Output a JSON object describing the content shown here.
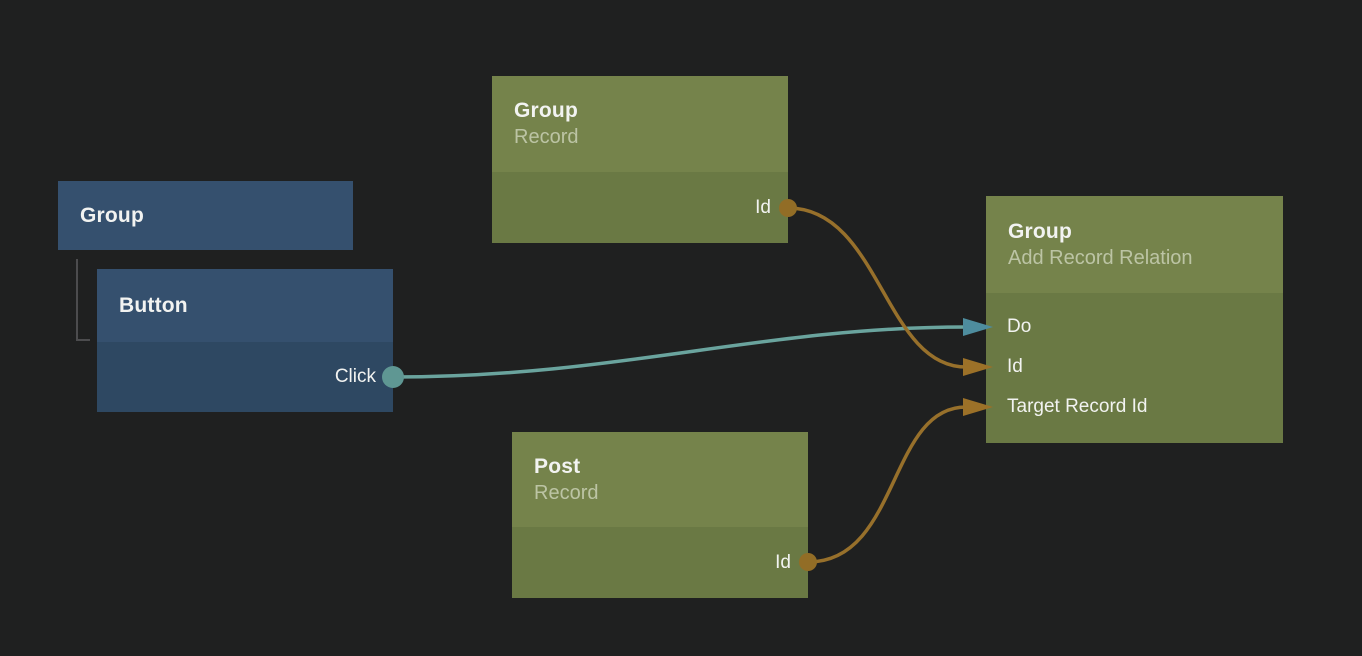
{
  "canvas": {
    "background_color": "#1f2020"
  },
  "palette": {
    "visual_node_header_color": "#35506e",
    "visual_node_body_color": "#2e4862",
    "data_node_header_color": "#75834b",
    "data_node_body_color": "#6a7944",
    "signal_wire_color": "#6aa49e",
    "signal_port_color": "#5f9793",
    "signal_arrow_color": "#4e8d9e",
    "data_wire_color": "#97702b",
    "data_port_color": "#926d26",
    "hierarchy_line_color": "#4c4c4e",
    "title_text_color": "#f2f3f1",
    "subtitle_text_color": "#c6cdb6"
  },
  "nodes": {
    "group_visual": {
      "title": "Group"
    },
    "button": {
      "title": "Button",
      "outputs": [
        {
          "label": "Click",
          "type": "signal"
        }
      ]
    },
    "group_record": {
      "title": "Group",
      "subtitle": "Record",
      "outputs": [
        {
          "label": "Id",
          "type": "data"
        }
      ]
    },
    "post_record": {
      "title": "Post",
      "subtitle": "Record",
      "outputs": [
        {
          "label": "Id",
          "type": "data"
        }
      ]
    },
    "group_add_record_relation": {
      "title": "Group",
      "subtitle": "Add Record Relation",
      "inputs": [
        {
          "label": "Do",
          "type": "signal"
        },
        {
          "label": "Id",
          "type": "data"
        },
        {
          "label": "Target Record Id",
          "type": "data"
        }
      ]
    }
  },
  "connections": [
    {
      "from_node": "Button",
      "from_port": "Click",
      "to_node": "Group (Add Record Relation)",
      "to_port": "Do",
      "type": "signal"
    },
    {
      "from_node": "Group (Record)",
      "from_port": "Id",
      "to_node": "Group (Add Record Relation)",
      "to_port": "Id",
      "type": "data"
    },
    {
      "from_node": "Post (Record)",
      "from_port": "Id",
      "to_node": "Group (Add Record Relation)",
      "to_port": "Target Record Id",
      "type": "data"
    }
  ],
  "hierarchy": [
    {
      "parent": "Group",
      "child": "Button"
    }
  ]
}
